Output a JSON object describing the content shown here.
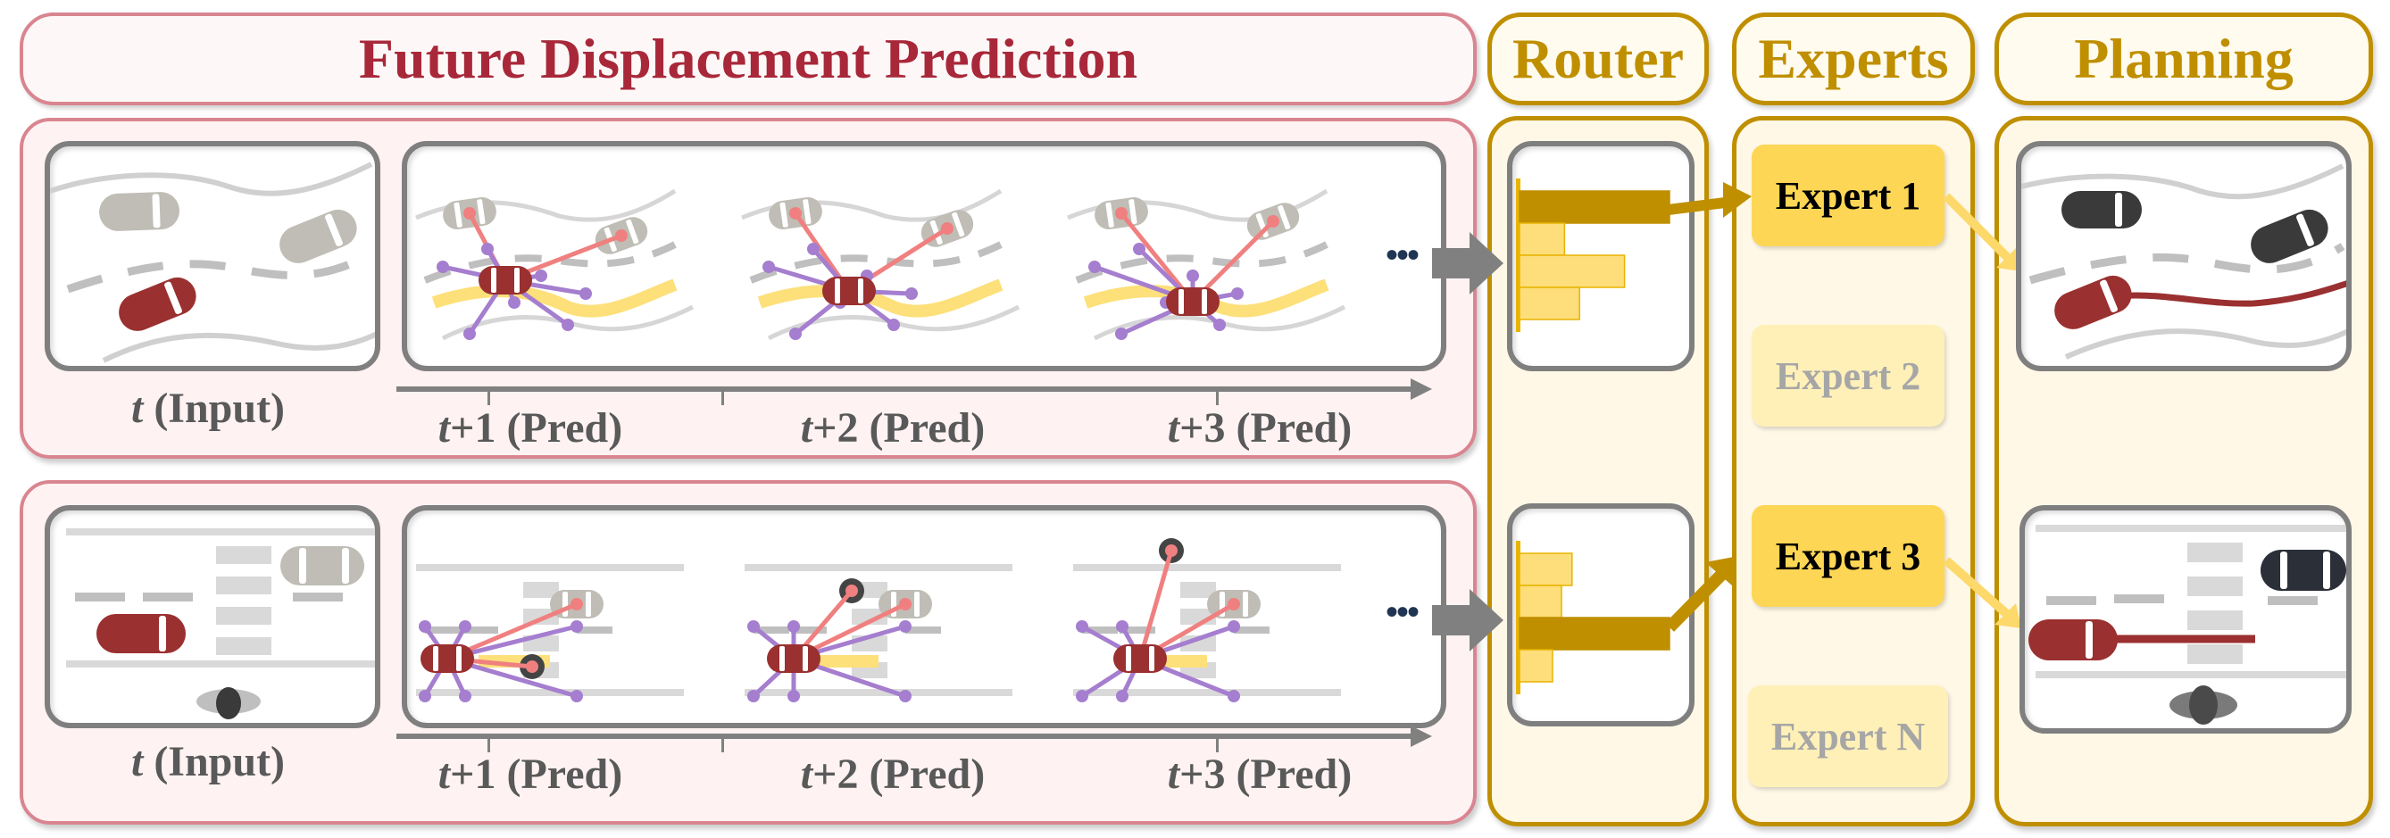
{
  "headers": {
    "prediction": "Future Displacement Prediction",
    "router": "Router",
    "experts": "Experts",
    "planning": "Planning"
  },
  "rows": [
    {
      "scenario": "curved-road",
      "input_label_var": "t",
      "input_label_text": " (Input)",
      "pred_labels": [
        {
          "var": "t",
          "text": "+1 (Pred)"
        },
        {
          "var": "t",
          "text": "+2 (Pred)"
        },
        {
          "var": "t",
          "text": "+3 (Pred)"
        }
      ],
      "ellipsis": "•••",
      "router_weights": [
        1.0,
        0.3,
        0.7,
        0.4
      ],
      "selected_expert_index": 0
    },
    {
      "scenario": "crosswalk",
      "input_label_var": "t",
      "input_label_text": " (Input)",
      "pred_labels": [
        {
          "var": "t",
          "text": "+1 (Pred)"
        },
        {
          "var": "t",
          "text": "+2 (Pred)"
        },
        {
          "var": "t",
          "text": "+3 (Pred)"
        }
      ],
      "ellipsis": "•••",
      "router_weights": [
        0.35,
        0.28,
        1.0,
        0.22
      ],
      "selected_expert_index": 2
    }
  ],
  "experts": [
    {
      "label": "Expert 1",
      "active": true
    },
    {
      "label": "Expert 2",
      "active": false
    },
    {
      "label": "Expert 3",
      "active": true
    },
    {
      "label": "Expert N",
      "active": false
    }
  ],
  "colors": {
    "ego_vehicle": "#9a3030",
    "other_vehicle": "#bfbdb5",
    "planned_vehicle": "#3a3a3a",
    "agent_edge": "#f08080",
    "map_edge": "#a57ecf",
    "future_path": "#fde07a",
    "router_selected": "#bf8f00",
    "router_other": "#fdde7a"
  }
}
